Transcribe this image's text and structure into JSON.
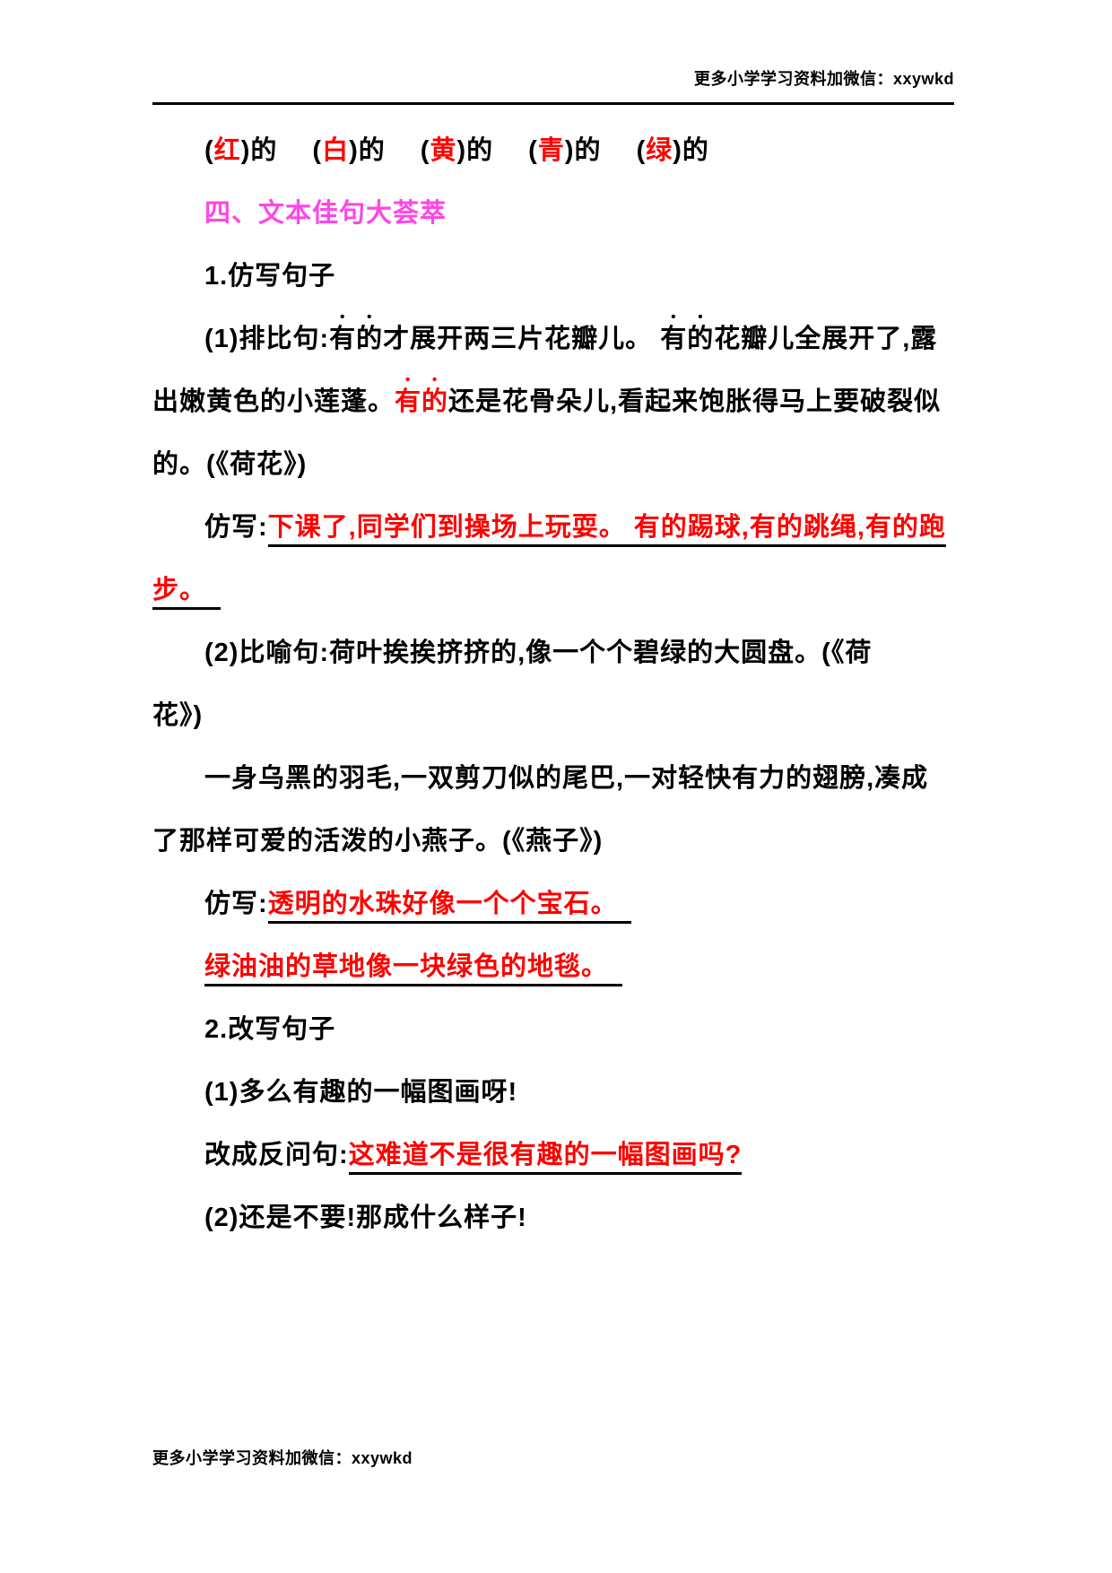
{
  "colors": {
    "ink": "#000000",
    "red": "#fe0000",
    "pink": "#ff46e6"
  },
  "header": {
    "note": "更多小学学习资料加微信：xxywkd"
  },
  "footer": {
    "note": "更多小学学习资料加微信：xxywkd"
  },
  "content": {
    "paragraphs": [
      {
        "indent": true,
        "segments": [
          {
            "t": "("
          },
          {
            "t": "红",
            "color": "red"
          },
          {
            "t": ")的　 ("
          },
          {
            "t": "白",
            "color": "red"
          },
          {
            "t": ")的　 ("
          },
          {
            "t": "黄",
            "color": "red"
          },
          {
            "t": ")的　 ("
          },
          {
            "t": "青",
            "color": "red"
          },
          {
            "t": ")的　 ("
          },
          {
            "t": "绿",
            "color": "red"
          },
          {
            "t": ")的"
          }
        ]
      },
      {
        "indent": true,
        "segments": [
          {
            "t": "四、文本佳句大荟萃",
            "color": "pink"
          }
        ]
      },
      {
        "indent": true,
        "segments": [
          {
            "t": "1.仿写句子"
          }
        ]
      },
      {
        "indent": true,
        "segments": [
          {
            "t": "(1)排比句:"
          },
          {
            "t": "有的",
            "dots": "black"
          },
          {
            "t": "才展开两三片花瓣儿。 "
          },
          {
            "t": "有的",
            "dots": "black"
          },
          {
            "t": "花瓣儿全展开了,露"
          }
        ]
      },
      {
        "indent": false,
        "segments": [
          {
            "t": "出嫩黄色的小莲蓬。"
          },
          {
            "t": "有的",
            "color": "red",
            "dots": "red"
          },
          {
            "t": "还是花骨朵儿,看起来饱胀得马上要破裂似"
          }
        ]
      },
      {
        "indent": false,
        "segments": [
          {
            "t": "的。(《荷花》)"
          }
        ]
      },
      {
        "indent": true,
        "segments": [
          {
            "t": "仿写:"
          },
          {
            "t": "下课了,同学们到操场上玩耍。 有的踢球,有的跳绳,有的跑",
            "color": "red",
            "underline": true
          }
        ]
      },
      {
        "indent": false,
        "segments": [
          {
            "t": "步。　",
            "color": "red",
            "underline": true
          }
        ]
      },
      {
        "indent": true,
        "segments": [
          {
            "t": "(2)比喻句:荷叶挨挨挤挤的,像一个个碧绿的大圆盘。(《荷"
          }
        ]
      },
      {
        "indent": false,
        "segments": [
          {
            "t": "花》)"
          }
        ]
      },
      {
        "indent": true,
        "segments": [
          {
            "t": "一身乌黑的羽毛,一双剪刀似的尾巴,一对轻快有力的翅膀,凑成"
          }
        ]
      },
      {
        "indent": false,
        "segments": [
          {
            "t": "了那样可爱的活泼的小燕子。(《燕子》)"
          }
        ]
      },
      {
        "indent": true,
        "segments": [
          {
            "t": "仿写:"
          },
          {
            "t": "透明的水珠好像一个个宝石。　",
            "color": "red",
            "underline": true
          }
        ]
      },
      {
        "indent": true,
        "segments": [
          {
            "t": "绿油油的草地像一块绿色的地毯。　",
            "color": "red",
            "underline": true
          }
        ]
      },
      {
        "indent": true,
        "segments": [
          {
            "t": "2.改写句子"
          }
        ]
      },
      {
        "indent": true,
        "segments": [
          {
            "t": "(1)多么有趣的一幅图画呀!"
          }
        ]
      },
      {
        "indent": true,
        "segments": [
          {
            "t": "改成反问句:"
          },
          {
            "t": "这难道不是很有趣的一幅图画吗?",
            "color": "red",
            "underline": true
          }
        ]
      },
      {
        "indent": true,
        "segments": [
          {
            "t": "(2)还是不要!那成什么样子!"
          }
        ]
      }
    ]
  }
}
